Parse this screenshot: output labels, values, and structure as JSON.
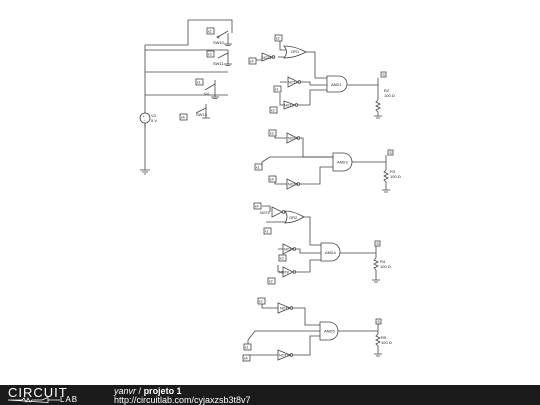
{
  "footer": {
    "logo_top": "CIRCUIT",
    "logo_bottom": "LAB",
    "username": "yanvr",
    "separator": "/",
    "project": "projeto 1",
    "url": "http://circuitlab.com/cyjaxzsb3t8v7"
  },
  "schematic": {
    "switches": [
      "SW10",
      "SW11",
      "V4",
      "SW13"
    ],
    "switch_nodes": [
      "x2",
      "x3",
      "x1",
      "x4"
    ],
    "source": {
      "name": "V3",
      "value": "5 V"
    },
    "gates": {
      "or1": "OR1",
      "or2": "OR2",
      "and1": "AND1",
      "and3": "AND3",
      "and4": "AND4",
      "and5": "AND5"
    },
    "nots": {
      "n1": "NOT1",
      "n2": "NOT2",
      "n3": "NOT3",
      "n4": "NOT4",
      "n5": "NOT5",
      "n6": "NOT6",
      "n7": "NOT7",
      "n8": "NOT8",
      "n9": "NOT9",
      "n10": "NOT10"
    },
    "resistors": [
      {
        "name": "R2",
        "value": "100 Ω"
      },
      {
        "name": "R3",
        "value": "100 Ω"
      },
      {
        "name": "R4",
        "value": "100 Ω"
      },
      {
        "name": "R5",
        "value": "100 Ω"
      }
    ],
    "outputs": [
      "S",
      "S",
      "S",
      "S"
    ],
    "nodes": {
      "b1a": "x2",
      "b1b": "x4",
      "b1c": "x1",
      "b1d": "x3",
      "b2a": "x3",
      "b2b": "x1",
      "b2c": "x4",
      "b3a": "x4",
      "b3b": "x1",
      "b3c": "x3",
      "b3d": "x2",
      "b4a": "x2",
      "b4b": "x1",
      "b4c": "x4"
    }
  }
}
